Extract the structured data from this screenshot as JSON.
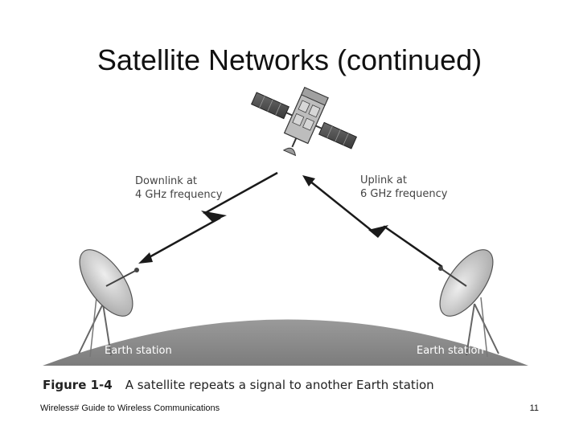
{
  "slide": {
    "title": "Satellite Networks (continued)"
  },
  "figure": {
    "downlink_label_line1": "Downlink at",
    "downlink_label_line2": "4 GHz frequency",
    "uplink_label_line1": "Uplink at",
    "uplink_label_line2": "6 GHz frequency",
    "left_station_label": "Earth station",
    "right_station_label": "Earth station",
    "caption_number": "Figure 1-4",
    "caption_text": "A satellite repeats a signal to another Earth station"
  },
  "footer": {
    "course": "Wireless# Guide to Wireless Communications",
    "page_number": "11"
  },
  "colors": {
    "earth": "#8e8e8e",
    "dish": "#cfcfcf",
    "satellite_body": "#bdbdbd",
    "arrow": "#1a1a1a"
  }
}
